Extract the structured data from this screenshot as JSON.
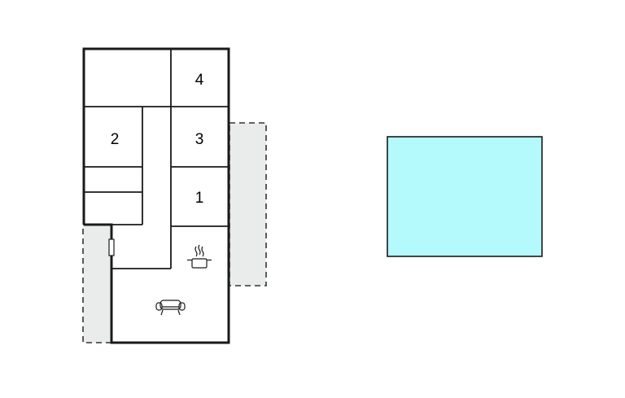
{
  "rooms": [
    {
      "id": "room-4",
      "label": "4"
    },
    {
      "id": "room-2",
      "label": "2"
    },
    {
      "id": "room-3",
      "label": "3"
    },
    {
      "id": "room-1",
      "label": "1"
    }
  ],
  "icons": {
    "kitchen": "cooking-pot-icon",
    "living": "sofa-icon"
  },
  "colors": {
    "wall": "#1a1a1a",
    "terrace": "#e9eceb",
    "pool": "#b4f9fb"
  }
}
